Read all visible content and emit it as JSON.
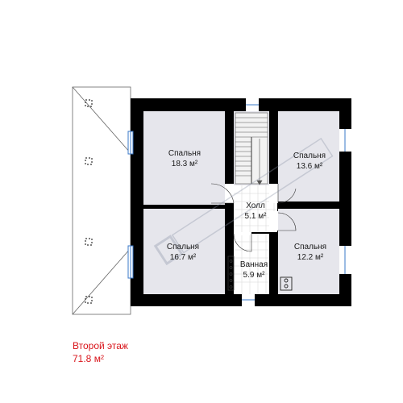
{
  "floor": {
    "title": "Второй этаж",
    "area": "71.8 м²"
  },
  "rooms": [
    {
      "name": "Спальня",
      "area": "18.3 м²"
    },
    {
      "name": "Спальня",
      "area": "13.6 м²"
    },
    {
      "name": "Холл",
      "area": "5.1 м²"
    },
    {
      "name": "Спальня",
      "area": "16.7 м²"
    },
    {
      "name": "Ванная",
      "area": "5.9 м²"
    },
    {
      "name": "Спальня",
      "area": "12.2 м²"
    }
  ],
  "colors": {
    "wall": "#000000",
    "room_fill": "#e6e6ec",
    "window": "#3a78c8",
    "caption": "#d9151b"
  },
  "icons": [
    "roof-slope-outline",
    "dashed-square-marker",
    "staircase-icon",
    "tile-grid",
    "stove-icon",
    "bathtub-fixtures-icon",
    "door-swing-icon",
    "watermark-logo"
  ]
}
